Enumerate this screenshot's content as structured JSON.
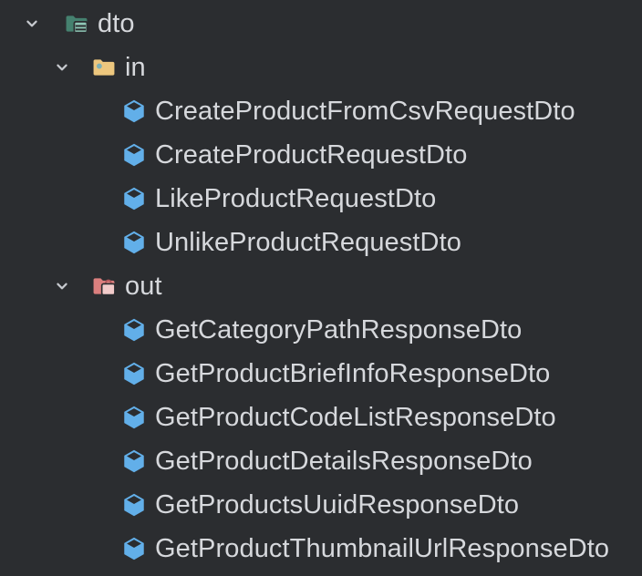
{
  "colors": {
    "background": "#2B2D30",
    "text": "#D6D8DC",
    "chevron": "#C7CACF",
    "dto_folder": "#45816F",
    "dto_folder_badge": "#8FC7B6",
    "in_folder": "#EDC77E",
    "in_folder_dot": "#7FB0B5",
    "out_folder": "#DB7F7E",
    "out_folder_badge": "#F2CBCA",
    "out_folder_handle": "#B5585C",
    "class_icon": "#62AFE9"
  },
  "tree": {
    "items": [
      {
        "label": "dto",
        "level": 0,
        "icon": "dto-folder-icon",
        "expanded": true
      },
      {
        "label": "in",
        "level": 1,
        "icon": "in-folder-icon",
        "expanded": true
      },
      {
        "label": "CreateProductFromCsvRequestDto",
        "level": 2,
        "icon": "class-cube-icon"
      },
      {
        "label": "CreateProductRequestDto",
        "level": 2,
        "icon": "class-cube-icon"
      },
      {
        "label": "LikeProductRequestDto",
        "level": 2,
        "icon": "class-cube-icon"
      },
      {
        "label": "UnlikeProductRequestDto",
        "level": 2,
        "icon": "class-cube-icon"
      },
      {
        "label": "out",
        "level": 1,
        "icon": "out-folder-icon",
        "expanded": true
      },
      {
        "label": "GetCategoryPathResponseDto",
        "level": 2,
        "icon": "class-cube-icon"
      },
      {
        "label": "GetProductBriefInfoResponseDto",
        "level": 2,
        "icon": "class-cube-icon"
      },
      {
        "label": "GetProductCodeListResponseDto",
        "level": 2,
        "icon": "class-cube-icon"
      },
      {
        "label": "GetProductDetailsResponseDto",
        "level": 2,
        "icon": "class-cube-icon"
      },
      {
        "label": "GetProductsUuidResponseDto",
        "level": 2,
        "icon": "class-cube-icon"
      },
      {
        "label": "GetProductThumbnailUrlResponseDto",
        "level": 2,
        "icon": "class-cube-icon"
      }
    ]
  }
}
